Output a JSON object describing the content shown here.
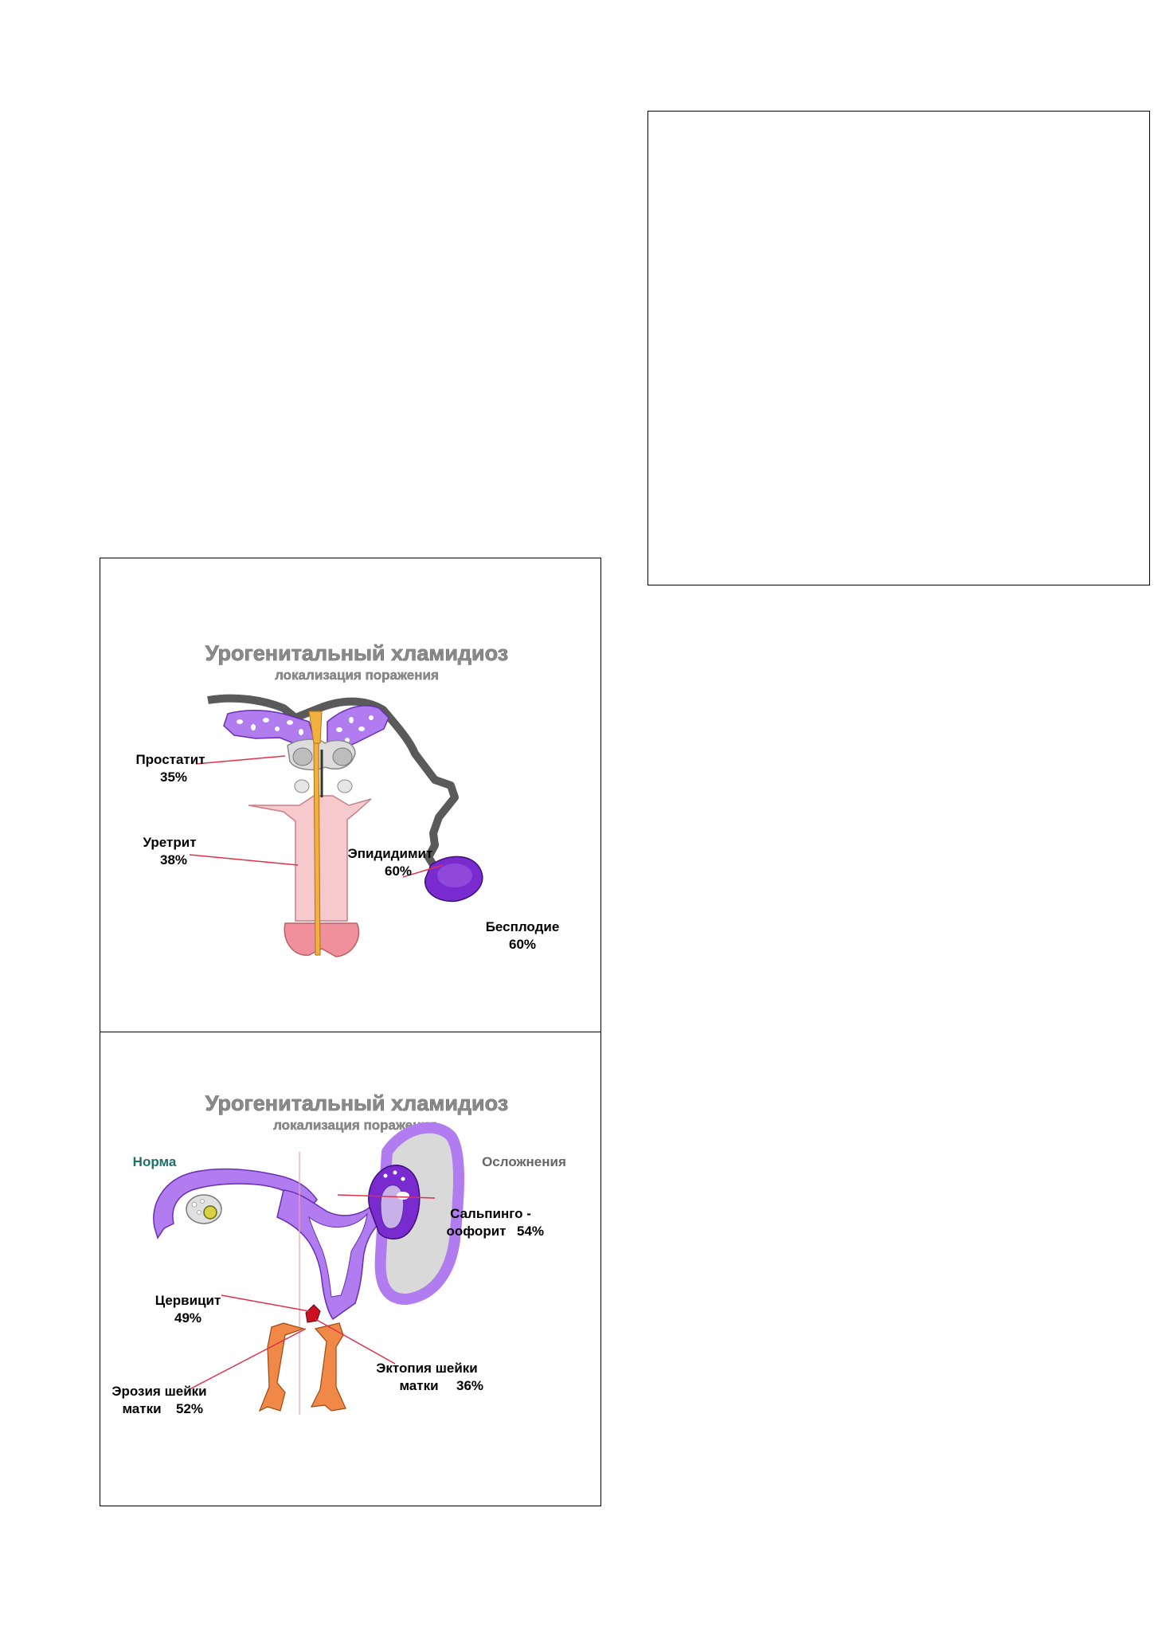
{
  "male": {
    "title": "Урогенитальный хламидиоз",
    "subtitle": "локализация поражения",
    "prostatitis": {
      "name": "Простатит",
      "value": "35%"
    },
    "urethritis": {
      "name": "Уретрит",
      "value": "38%"
    },
    "epididymitis": {
      "name": "Эпидидимит",
      "value": "60%"
    },
    "infertility": {
      "name": "Бесплодие",
      "value": "60%"
    }
  },
  "female": {
    "title": "Урогенитальный хламидиоз",
    "subtitle": "локализация поражения",
    "norm": "Норма",
    "complications": "Осложнения",
    "salpingo": {
      "line1": "Сальпинго -",
      "line2": "оофорит",
      "value": "54%"
    },
    "cervicitis": {
      "name": "Цервицит",
      "value": "49%"
    },
    "ectopia": {
      "line1": "Эктопия шейки",
      "line2": "матки",
      "value": "36%"
    },
    "erosion": {
      "line1": "Эрозия шейки",
      "line2": "матки",
      "value": "52%"
    }
  },
  "colors": {
    "purple": "#b07cf0",
    "dark_purple": "#7a2bd0",
    "gray_duct": "#5a5a5a",
    "pink": "#f6c9cc",
    "orange": "#f08848",
    "red": "#cc1122",
    "annotation_line": "#e0304a"
  }
}
